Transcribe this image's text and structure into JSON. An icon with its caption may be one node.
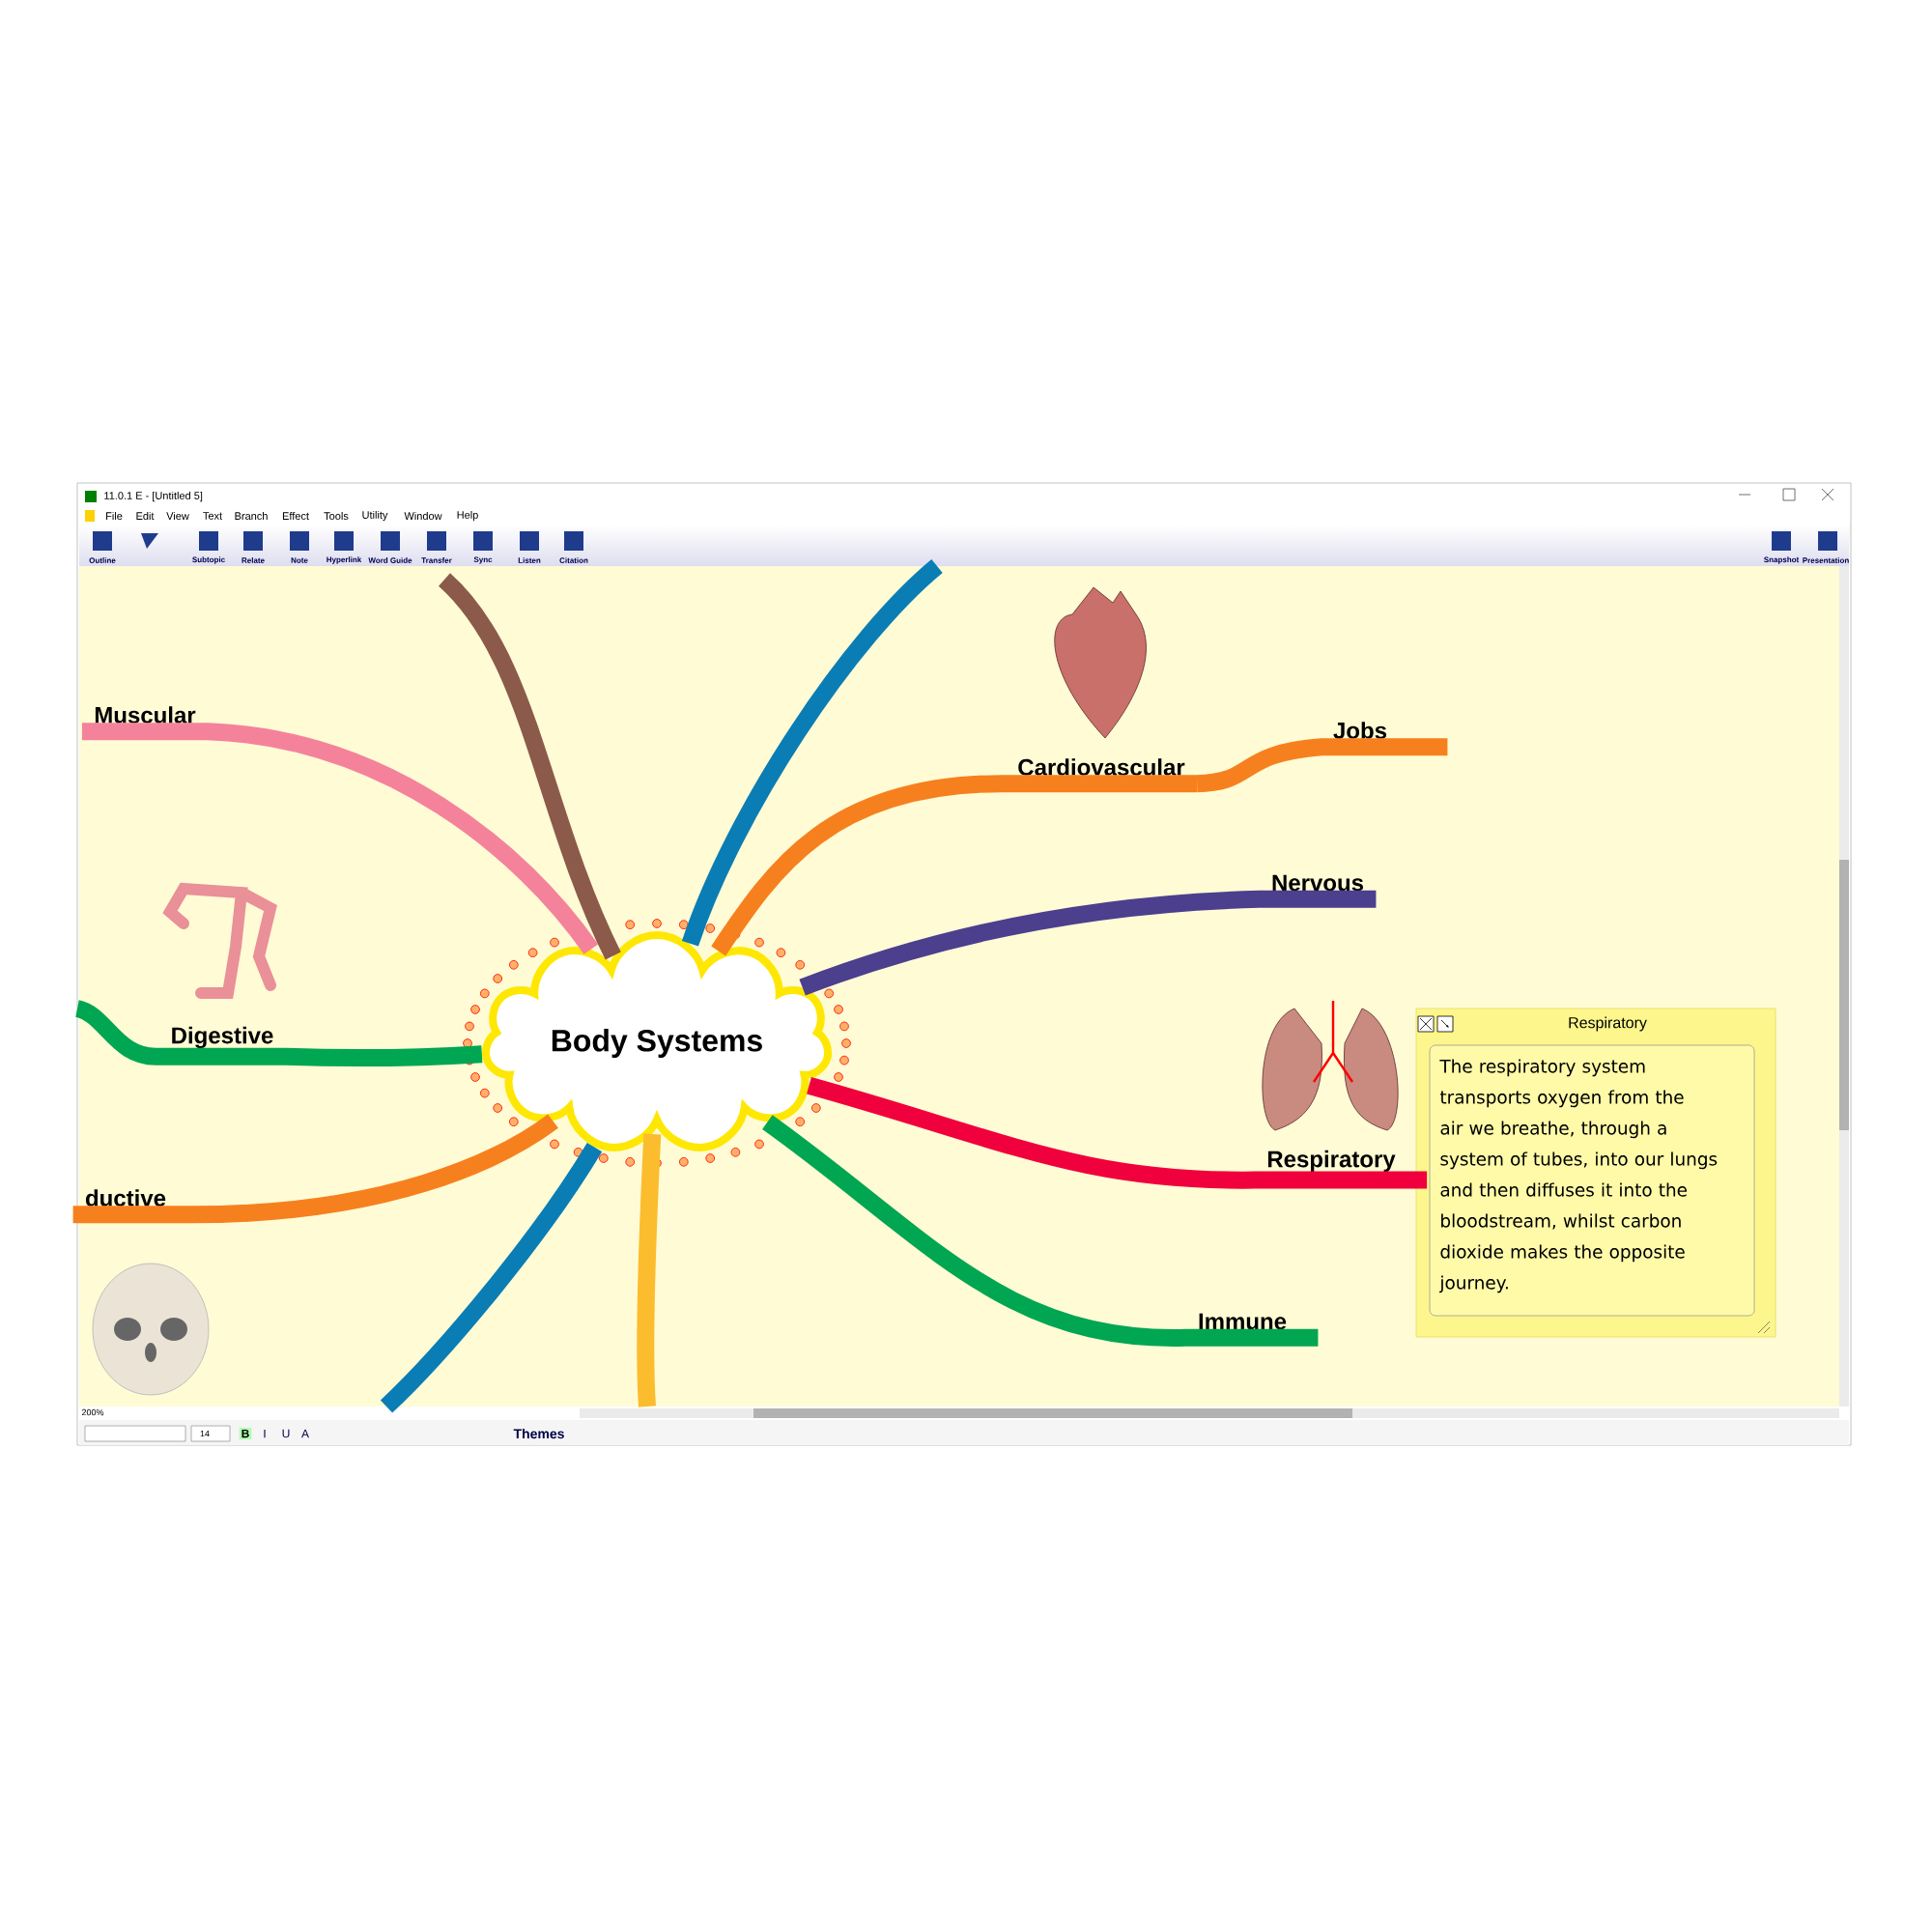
{
  "diagram": {
    "nodes": [
      {
        "text": [
          "Body Systems"
        ]
      },
      {
        "text": [
          "Muscular"
        ]
      },
      {
        "text": [
          "Digestive"
        ]
      },
      {
        "text": [
          "ductive"
        ]
      },
      {
        "text": [
          "Cardiovascular"
        ]
      },
      {
        "text": [
          "Jobs"
        ]
      },
      {
        "text": [
          "Nervous"
        ]
      },
      {
        "text": [
          "Respiratory"
        ]
      },
      {
        "text": [
          "Immune"
        ]
      },
      {
        "text": [
          "Respiratory",
          "The respiratory system transports oxygen from the air we breathe, through a system of tubes, into our lungs and then diffuses it into the bloodstream, whilst carbon dioxide makes the opposite journey."
        ]
      }
    ],
    "edges": [
      {
        "from": 0,
        "to": 1,
        "arrow": "none",
        "color": "#f5829b"
      },
      {
        "from": 0,
        "to": 2,
        "arrow": "none",
        "color": "#00a651"
      },
      {
        "from": 0,
        "to": 3,
        "arrow": "none",
        "color": "#f7801e"
      },
      {
        "from": 0,
        "to": 4,
        "arrow": "none",
        "color": "#f7801e"
      },
      {
        "from": 4,
        "to": 5,
        "arrow": "none",
        "color": "#f7801e"
      },
      {
        "from": 0,
        "to": 6,
        "arrow": "none",
        "color": "#4b3f8e"
      },
      {
        "from": 0,
        "to": 7,
        "arrow": "none",
        "color": "#f0003c"
      },
      {
        "from": 0,
        "to": 8,
        "arrow": "none",
        "color": "#00a651"
      },
      {
        "from": 0,
        "to": null,
        "arrow": "none",
        "color": "#8b5a4b"
      },
      {
        "from": 0,
        "to": null,
        "arrow": "none",
        "color": "#0a7db5"
      },
      {
        "from": 0,
        "to": null,
        "arrow": "none",
        "color": "#0a7db5"
      },
      {
        "from": 0,
        "to": null,
        "arrow": "none",
        "color": "#fbbd2e"
      }
    ],
    "labels": [
      "11.0.1 E - [Untitled 5]",
      "File",
      "Edit",
      "View",
      "Text",
      "Branch",
      "Effect",
      "Tools",
      "Utility",
      "Window",
      "Help",
      "Outline",
      "Subtopic",
      "Relate",
      "Note",
      "Hyperlink",
      "Word Guide",
      "Transfer",
      "Sync",
      "Listen",
      "Citation",
      "Snapshot",
      "Presentation",
      "200%",
      "14",
      "B",
      "I",
      "U",
      "A",
      "Themes"
    ]
  }
}
